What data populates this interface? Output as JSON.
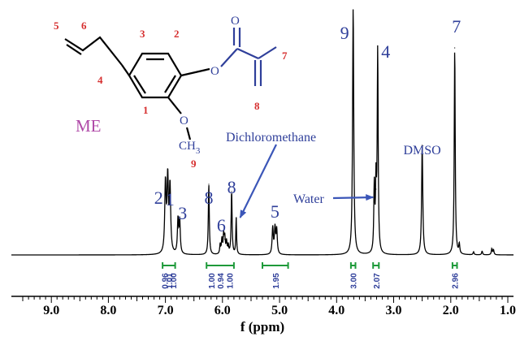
{
  "chart_data": {
    "type": "line",
    "title": "",
    "xlabel": "f (ppm)",
    "ylabel": "",
    "xlim": [
      9.7,
      0.9
    ],
    "x_reversed": true,
    "x_ticks": [
      "9.0",
      "8.0",
      "7.0",
      "6.0",
      "5.0",
      "4.0",
      "3.0",
      "2.0",
      "1.0"
    ],
    "grid": false,
    "spectrum_color": "#000000",
    "peaks": [
      {
        "ppm": 7.0,
        "height": 0.285,
        "width": 0.014
      },
      {
        "ppm": 6.96,
        "height": 0.3,
        "width": 0.014
      },
      {
        "ppm": 6.92,
        "height": 0.27,
        "width": 0.014
      },
      {
        "ppm": 6.78,
        "height": 0.14,
        "width": 0.012
      },
      {
        "ppm": 6.75,
        "height": 0.135,
        "width": 0.012
      },
      {
        "ppm": 6.24,
        "height": 0.29,
        "width": 0.01
      },
      {
        "ppm": 6.04,
        "height": 0.04,
        "width": 0.01
      },
      {
        "ppm": 6.01,
        "height": 0.06,
        "width": 0.01
      },
      {
        "ppm": 5.98,
        "height": 0.075,
        "width": 0.01
      },
      {
        "ppm": 5.96,
        "height": 0.065,
        "width": 0.01
      },
      {
        "ppm": 5.93,
        "height": 0.05,
        "width": 0.01
      },
      {
        "ppm": 5.9,
        "height": 0.035,
        "width": 0.01
      },
      {
        "ppm": 5.84,
        "height": 0.26,
        "width": 0.01
      },
      {
        "ppm": 5.76,
        "height": 0.15,
        "width": 0.008
      },
      {
        "ppm": 5.12,
        "height": 0.11,
        "width": 0.012
      },
      {
        "ppm": 5.08,
        "height": 0.105,
        "width": 0.012
      },
      {
        "ppm": 5.05,
        "height": 0.1,
        "width": 0.012
      },
      {
        "ppm": 3.71,
        "height": 1.02,
        "width": 0.012
      },
      {
        "ppm": 3.34,
        "height": 0.27,
        "width": 0.01
      },
      {
        "ppm": 3.31,
        "height": 0.27,
        "width": 0.01
      },
      {
        "ppm": 3.28,
        "height": 0.83,
        "width": 0.01
      },
      {
        "ppm": 2.5,
        "height": 0.45,
        "width": 0.012
      },
      {
        "ppm": 1.93,
        "height": 0.85,
        "width": 0.01
      },
      {
        "ppm": 1.85,
        "height": 0.04,
        "width": 0.01
      },
      {
        "ppm": 1.6,
        "height": 0.012,
        "width": 0.01
      },
      {
        "ppm": 1.45,
        "height": 0.015,
        "width": 0.01
      },
      {
        "ppm": 1.28,
        "height": 0.025,
        "width": 0.01
      },
      {
        "ppm": 1.25,
        "height": 0.02,
        "width": 0.01
      }
    ],
    "peak_labels": [
      {
        "text": "2",
        "ppm": 7.12
      },
      {
        "text": "1",
        "ppm": 6.92
      },
      {
        "text": "3",
        "ppm": 6.7
      },
      {
        "text": "8",
        "ppm": 6.24
      },
      {
        "text": "6",
        "ppm": 6.02
      },
      {
        "text": "8",
        "ppm": 5.84
      },
      {
        "text": "5",
        "ppm": 5.08
      },
      {
        "text": "9",
        "ppm": 3.86
      },
      {
        "text": "4",
        "ppm": 3.14
      },
      {
        "text": "7",
        "ppm": 1.9
      }
    ],
    "annotations": [
      {
        "text": "Dichloromethane",
        "ppm": 5.3
      },
      {
        "text": "Water",
        "ppm": 3.34
      },
      {
        "text": "DMSO",
        "ppm": 2.5
      }
    ],
    "integrals": [
      {
        "from": 7.05,
        "to": 6.83,
        "values": [
          "0.96",
          "1.01",
          "1.00"
        ]
      },
      {
        "from": 6.28,
        "to": 5.8,
        "values": [
          "1.00",
          "0.94",
          "1.00"
        ]
      },
      {
        "from": 5.3,
        "to": 4.85,
        "values": [
          "1.95"
        ]
      },
      {
        "from": 3.75,
        "to": 3.67,
        "values": [
          "3.00"
        ]
      },
      {
        "from": 3.36,
        "to": 3.26,
        "values": [
          "2.07"
        ]
      },
      {
        "from": 1.97,
        "to": 1.89,
        "values": [
          "2.96"
        ]
      }
    ]
  },
  "structure": {
    "name": "ME",
    "atoms": {
      "oxygen": "O",
      "methyl": "CH",
      "methyl_sub": "3"
    },
    "numbers": [
      "5",
      "6",
      "3",
      "2",
      "4",
      "1",
      "7",
      "8",
      "9"
    ],
    "colors": {
      "skeleton": "#000000",
      "methacrylate": "#2f3f9a",
      "numbers": "#d62f2f",
      "name": "#b04aa8"
    }
  }
}
